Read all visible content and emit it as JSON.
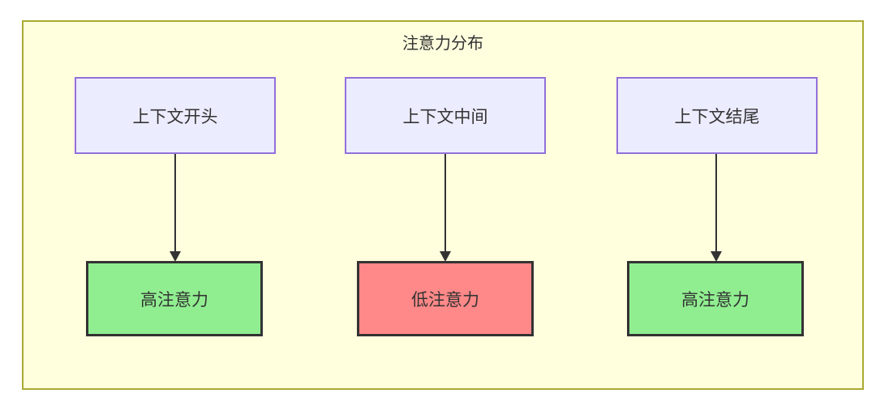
{
  "diagram": {
    "title": "注意力分布",
    "top_nodes": [
      {
        "id": "context-start",
        "label": "上下文开头"
      },
      {
        "id": "context-middle",
        "label": "上下文中间"
      },
      {
        "id": "context-end",
        "label": "上下文结尾"
      }
    ],
    "bottom_nodes": [
      {
        "id": "attention-start",
        "label": "高注意力",
        "level": "high"
      },
      {
        "id": "attention-middle",
        "label": "低注意力",
        "level": "low"
      },
      {
        "id": "attention-end",
        "label": "高注意力",
        "level": "high"
      }
    ],
    "edges": [
      {
        "from": "context-start",
        "to": "attention-start"
      },
      {
        "from": "context-middle",
        "to": "attention-middle"
      },
      {
        "from": "context-end",
        "to": "attention-end"
      }
    ],
    "colors": {
      "container_fill": "#ffffde",
      "container_border": "#aaaa33",
      "node_fill": "#ececff",
      "node_border": "#9370db",
      "high_fill": "#90ee90",
      "low_fill": "#ff8888",
      "attention_border": "#333333",
      "text": "#333333",
      "arrow": "#333333"
    }
  }
}
